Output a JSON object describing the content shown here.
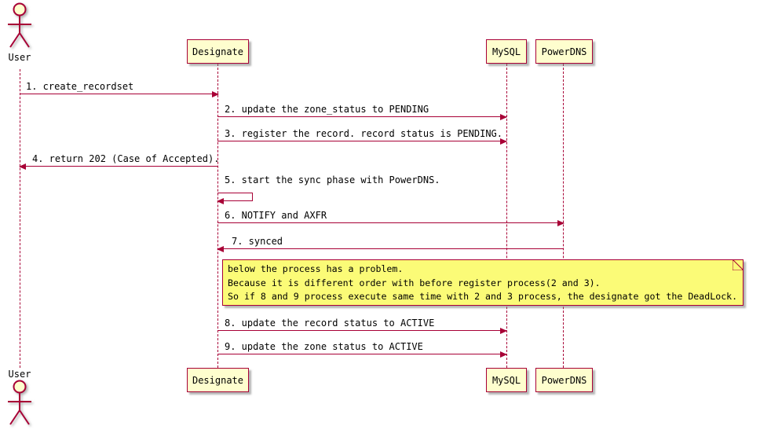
{
  "participants": [
    {
      "name": "User",
      "type": "actor"
    },
    {
      "name": "Designate",
      "type": "participant"
    },
    {
      "name": "MySQL",
      "type": "participant"
    },
    {
      "name": "PowerDNS",
      "type": "participant"
    }
  ],
  "messages": [
    {
      "label": "1. create_recordset",
      "from": "User",
      "to": "Designate",
      "direction": "right"
    },
    {
      "label": "2. update the zone_status to PENDING",
      "from": "Designate",
      "to": "MySQL",
      "direction": "right"
    },
    {
      "label": "3. register the record. record status is PENDING.",
      "from": "Designate",
      "to": "MySQL",
      "direction": "right"
    },
    {
      "label": "4. return 202 (Case of Accepted).",
      "from": "Designate",
      "to": "User",
      "direction": "left"
    },
    {
      "label": "5. start the sync phase with PowerDNS.",
      "from": "Designate",
      "to": "Designate",
      "direction": "self"
    },
    {
      "label": "6. NOTIFY and AXFR",
      "from": "Designate",
      "to": "PowerDNS",
      "direction": "right"
    },
    {
      "label": "7. synced",
      "from": "PowerDNS",
      "to": "Designate",
      "direction": "left"
    },
    {
      "label": "8. update the record status to ACTIVE",
      "from": "Designate",
      "to": "MySQL",
      "direction": "right"
    },
    {
      "label": "9. update the zone status to ACTIVE",
      "from": "Designate",
      "to": "MySQL",
      "direction": "right"
    }
  ],
  "note": {
    "lines": [
      "below the process has a problem.",
      "Because it is different order with before register process(2 and 3).",
      "So if 8 and 9 process execute same time with 2 and 3 process, the designate got the DeadLock."
    ]
  },
  "colors": {
    "border": "#A80036",
    "participant_fill": "#FEFECE",
    "note_fill": "#FBFB77",
    "text": "#000000"
  }
}
